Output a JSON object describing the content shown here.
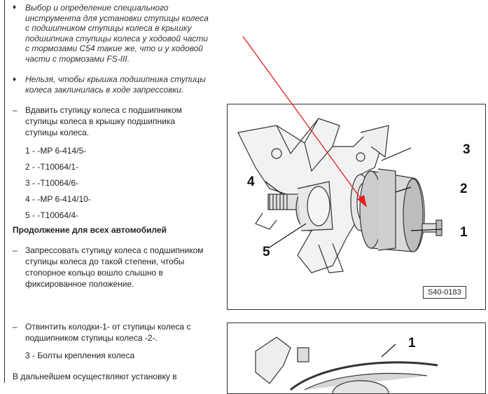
{
  "notes": [
    {
      "lines": [
        "Выбор и определение специального",
        "инструмента для установки ступицы колеса",
        "с подшипником ступицы колеса в крышку",
        "подшипника ступицы колеса у ходовой части",
        "с тормозами C54 такие же, что и у ходовой",
        "части с тормозами FS-III."
      ]
    },
    {
      "lines": [
        "Нельзя, чтобы крышка подшипника ступицы",
        "колеса заклинилась в ходе запрессовки."
      ]
    }
  ],
  "step1": {
    "lines": [
      "Вдавить ступицу колеса с подшипником",
      "ступицы колеса в крышку подшипника",
      "ступицы колеса."
    ]
  },
  "tools": [
    "1 - -MP 6-414/5-",
    "2 - -T10064/1-",
    "3 - -T10064/6-",
    "4 - -MP 6-414/10-",
    "5 - -T10064/4-"
  ],
  "heading": "Продолжение для всех автомобилей",
  "step2": {
    "lines": [
      "Запрессовать ступицу колеса с подшипником",
      "ступицы колеса до такой степени, чтобы",
      "стопорное кольцо вошло слышно в",
      "фиксированное положение."
    ]
  },
  "step3": {
    "lines": [
      "Отвинтить колодки-1- от ступицы колеса с",
      "подшипником ступицы колеса -2-."
    ]
  },
  "note3": "3 - Болты крепления колеса",
  "bottom_line": "В дальнейшем осуществляют установку в",
  "figure1": {
    "code": "S40-0183",
    "callouts": [
      "3",
      "2",
      "1",
      "4",
      "5"
    ]
  },
  "figure2": {
    "callouts": [
      "1"
    ]
  },
  "colors": {
    "arrow": "#e0201e",
    "line": "#333333"
  }
}
